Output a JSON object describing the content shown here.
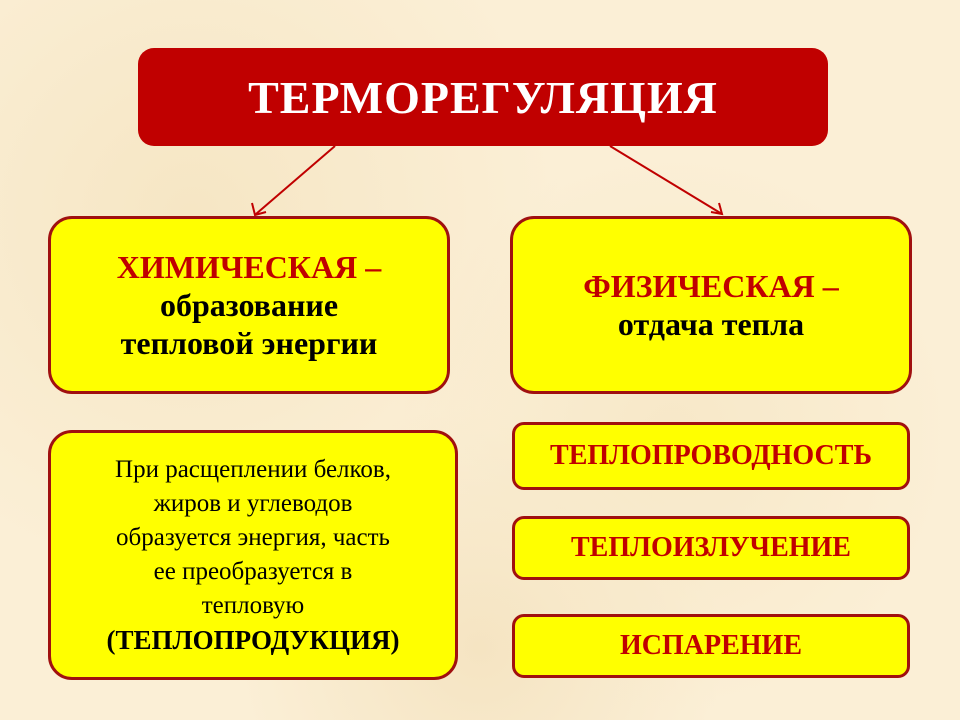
{
  "title": "ТЕРМОРЕГУЛЯЦИЯ",
  "colors": {
    "title_bg": "#c00000",
    "box_bg": "#ffff00",
    "box_border": "#a01010",
    "accent_text": "#c00000",
    "background": "#fbefd6"
  },
  "chemical": {
    "heading": "ХИМИЧЕСКАЯ",
    "dash": " –",
    "line1": "образование",
    "line2": "тепловой энергии"
  },
  "physical": {
    "heading": "ФИЗИЧЕСКАЯ",
    "dash": " –",
    "line1": "отдача тепла"
  },
  "chemical_detail": {
    "lines": [
      "При расщеплении белков,",
      "жиров и углеводов",
      "образуется энергия, часть",
      "ее преобразуется в",
      "тепловую"
    ],
    "term": "(ТЕПЛОПРОДУКЦИЯ)"
  },
  "physical_types": [
    "ТЕПЛОПРОВОДНОСТЬ",
    "ТЕПЛОИЗЛУЧЕНИЕ",
    "ИСПАРЕНИЕ"
  ]
}
